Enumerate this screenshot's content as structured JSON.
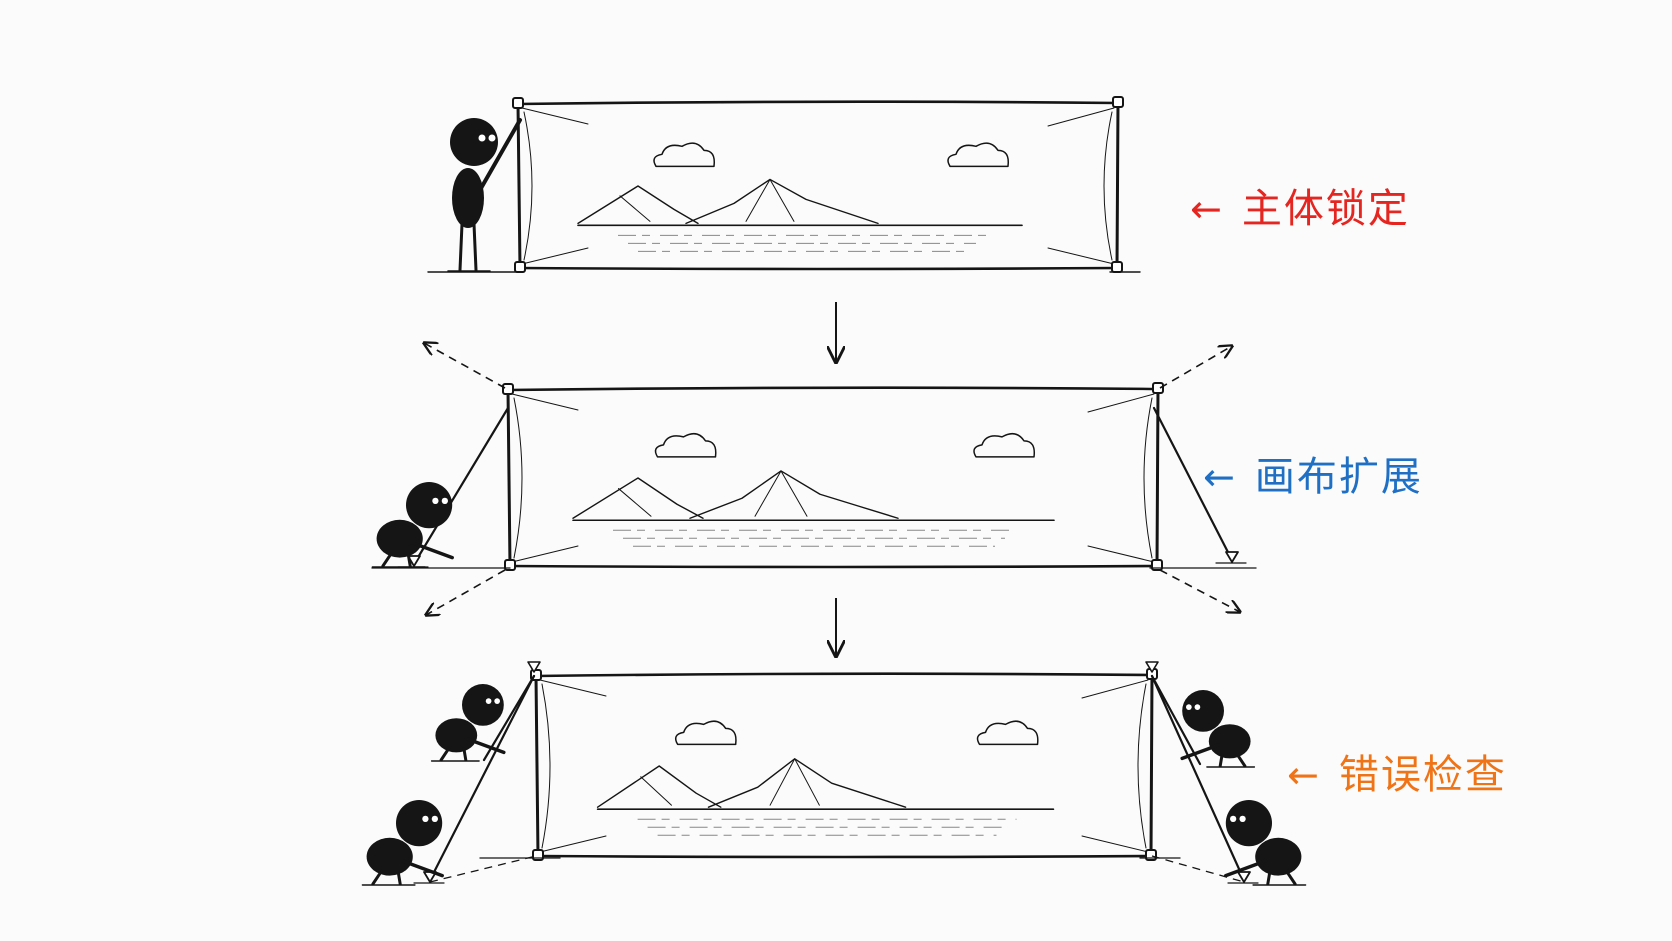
{
  "steps": [
    {
      "label": "主体锁定",
      "color": "#e52520"
    },
    {
      "label": "画布扩展",
      "color": "#1f6fc4"
    },
    {
      "label": "错误检查",
      "color": "#ef7418"
    }
  ],
  "arrow_glyph": "←",
  "ink_color": "#151515",
  "background": "#fbfbfb"
}
